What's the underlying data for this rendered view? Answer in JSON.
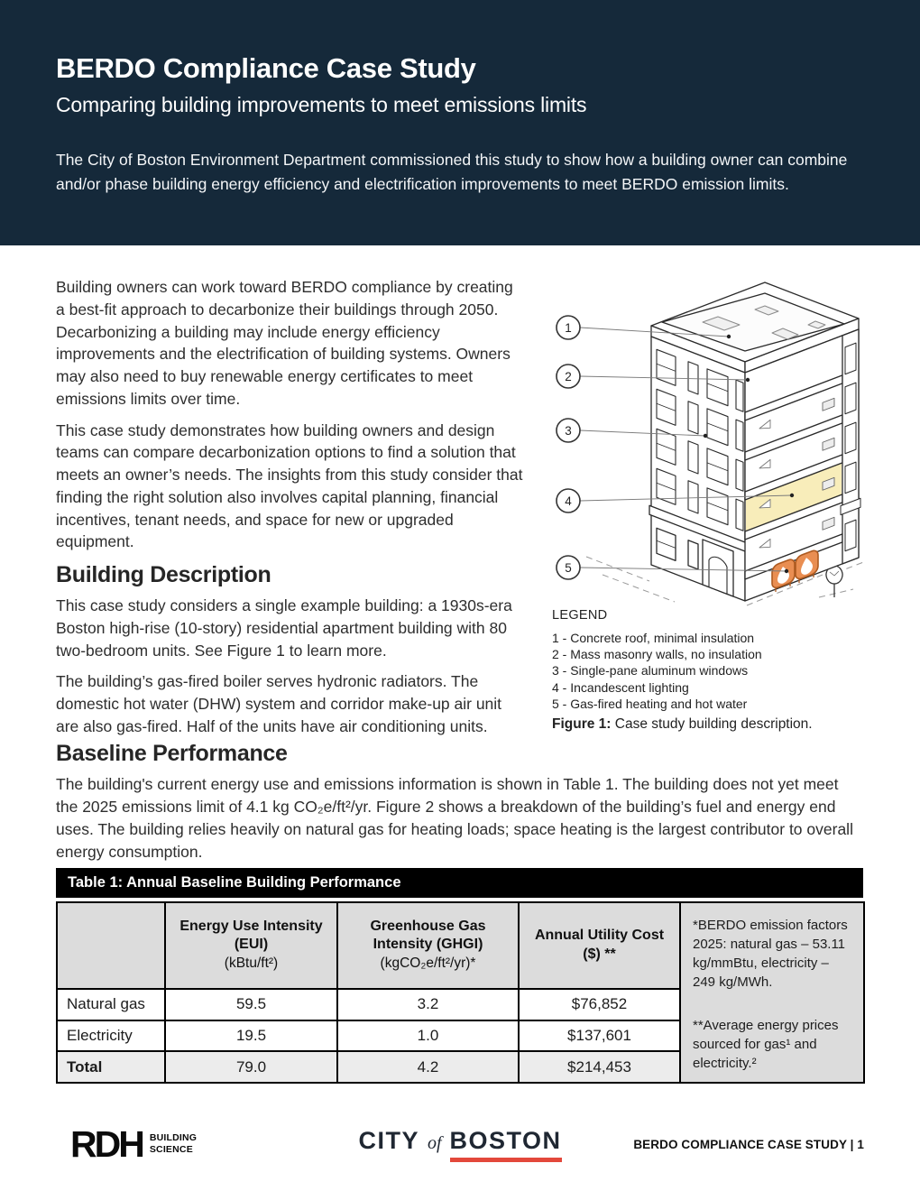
{
  "page": {
    "header": {
      "title": "BERDO Compliance Case Study",
      "subtitle": "Comparing building improvements to meet emissions limits",
      "intro": "The City of Boston Environment Department commissioned this study to show how a building owner can combine and/or phase building energy efficiency and electrification improvements to meet BERDO emission limits."
    },
    "intro_paragraphs": {
      "p1": "Building owners can work toward BERDO compliance by creating a best-fit approach to decarbonize their buildings through 2050. Decarbonizing a building may include energy efficiency improvements and the electrification of building systems. Owners may also need to buy renewable energy certificates to meet emissions limits over time.",
      "p2": "This case study demonstrates how building owners and design teams can compare decarbonization options to find a solution that meets an owner’s needs. The insights from this study consider that finding the right solution also involves capital planning, financial incentives, tenant needs, and space for new or upgraded equipment."
    },
    "building_description": {
      "heading": "Building Description",
      "p1": "This case study considers a single example building: a 1930s-era Boston high-rise (10-story) residential apartment building with 80 two-bedroom units. See Figure 1 to learn more.",
      "p2": "The building’s gas-fired boiler serves hydronic radiators. The domestic hot water (DHW) system and corridor make-up air unit are also gas-fired. Half of the units have air conditioning units."
    },
    "figure": {
      "legend_title": "LEGEND",
      "legend_items": [
        "1 - Concrete roof, minimal insulation",
        "2 - Mass masonry walls, no insulation",
        "3 - Single-pane aluminum windows",
        "4 - Incandescent lighting",
        "5 - Gas-fired heating and hot water"
      ],
      "callouts": [
        "1",
        "2",
        "3",
        "4",
        "5"
      ],
      "caption_label": "Figure 1:",
      "caption_text": " Case study building description."
    },
    "baseline": {
      "heading": "Baseline Performance",
      "paragraph": "The building's current energy use and emissions information is shown in Table 1. The building does not yet meet the 2025 emissions limit of 4.1 kg CO₂e/ft²/yr. Figure 2 shows a breakdown of the building’s fuel and energy end uses. The building relies heavily on natural gas for heating loads; space heating is the largest contributor to overall energy consumption."
    },
    "table": {
      "title": "Table 1: Annual Baseline Building Performance",
      "headers": {
        "eui": {
          "l1": "Energy Use Intensity",
          "l2": "(EUI)",
          "l3": "(kBtu/ft²)"
        },
        "ghgi": {
          "l1": "Greenhouse Gas",
          "l2": "Intensity (GHGI)",
          "l3": "(kgCO₂e/ft²/yr)*"
        },
        "cost": {
          "l1": "Annual Utility Cost",
          "l2": "($) **",
          "l3": ""
        }
      },
      "rows": [
        {
          "label": "Natural gas",
          "eui": "59.5",
          "ghgi": "3.2",
          "cost": "$76,852"
        },
        {
          "label": "Electricity",
          "eui": "19.5",
          "ghgi": "1.0",
          "cost": "$137,601"
        },
        {
          "label": "Total",
          "eui": "79.0",
          "ghgi": "4.2",
          "cost": "$214,453"
        }
      ],
      "note1": "*BERDO emission factors 2025: natural gas – 53.11 kg/mmBtu, electricity – 249 kg/MWh.",
      "note2": "**Average energy prices sourced for gas¹ and electricity.²"
    },
    "footer": {
      "rdh_big": "RDH",
      "rdh_line1": "BUILDING",
      "rdh_line2": "SCIENCE",
      "city_w1": "CITY",
      "city_w2": "of",
      "city_w3": "BOSTON",
      "page_label": "BERDO COMPLIANCE CASE STUDY  | 1"
    },
    "colors": {
      "header_navy": "#15293a",
      "boston_red": "#e3483b",
      "highlight_yellow": "#f8edba",
      "boiler_orange": "#e98e52",
      "table_gray": "#dcdcdc"
    }
  }
}
